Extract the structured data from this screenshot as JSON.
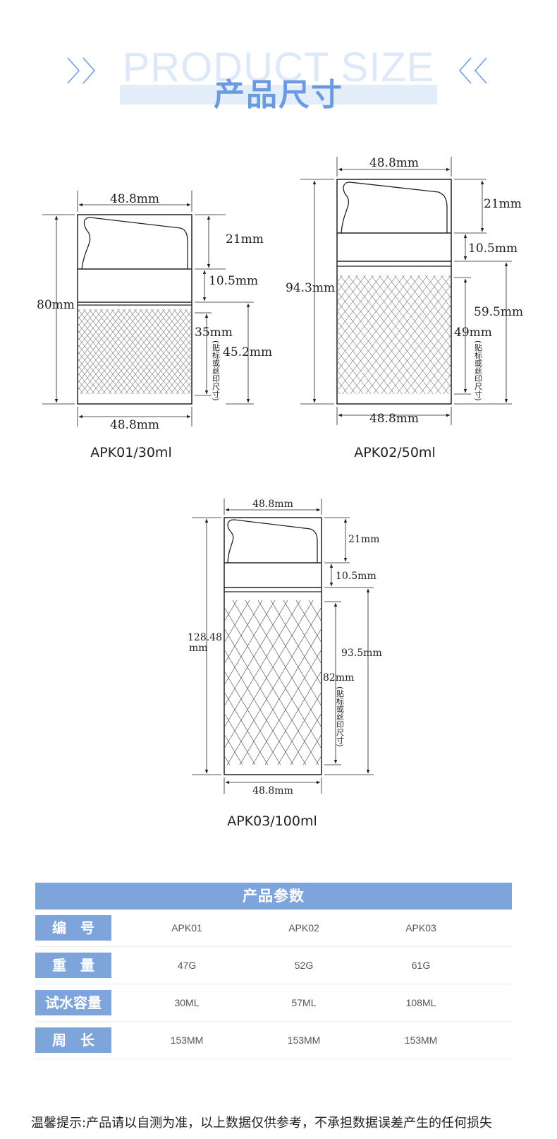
{
  "header": {
    "bg_text": "PRODUCT SIZE",
    "title": "产品尺寸"
  },
  "drawings": [
    {
      "model": "APK01/30ml",
      "width_top": "48.8mm",
      "width_bottom": "48.8mm",
      "total_height": "80mm",
      "cap_height": "21mm",
      "collar_height": "10.5mm",
      "label_height": "35mm",
      "body_height": "45.2mm",
      "label_note": "(贴标或丝印尺寸)"
    },
    {
      "model": "APK02/50ml",
      "width_top": "48.8mm",
      "width_bottom": "48.8mm",
      "total_height": "94.3mm",
      "cap_height": "21mm",
      "collar_height": "10.5mm",
      "label_height": "49mm",
      "body_height": "59.5mm",
      "label_note": "(贴标或丝印尺寸)"
    },
    {
      "model": "APK03/100ml",
      "width_top": "48.8mm",
      "width_bottom": "48.8mm",
      "total_height_line1": "128.48",
      "total_height_line2": "mm",
      "cap_height": "21mm",
      "collar_height": "10.5mm",
      "label_height": "82mm",
      "body_height": "93.5mm",
      "label_note": "(贴标或丝印尺寸)"
    }
  ],
  "params": {
    "title": "产品参数",
    "rows": [
      {
        "label": "编　号",
        "values": [
          "APK01",
          "APK02",
          "APK03"
        ]
      },
      {
        "label": "重　量",
        "values": [
          "47G",
          "52G",
          "61G"
        ]
      },
      {
        "label": "试水容量",
        "values": [
          "30ML",
          "57ML",
          "108ML"
        ]
      },
      {
        "label": "周　长",
        "values": [
          "153MM",
          "153MM",
          "153MM"
        ]
      }
    ]
  },
  "footer": {
    "note": "温馨提示:产品请以自测为准，以上数据仅供参考，不承担数据误差产生的任何损失"
  },
  "colors": {
    "accent": "#7ea4dc",
    "title_blue": "#6a9be0",
    "bg_text": "#dde9f8"
  }
}
